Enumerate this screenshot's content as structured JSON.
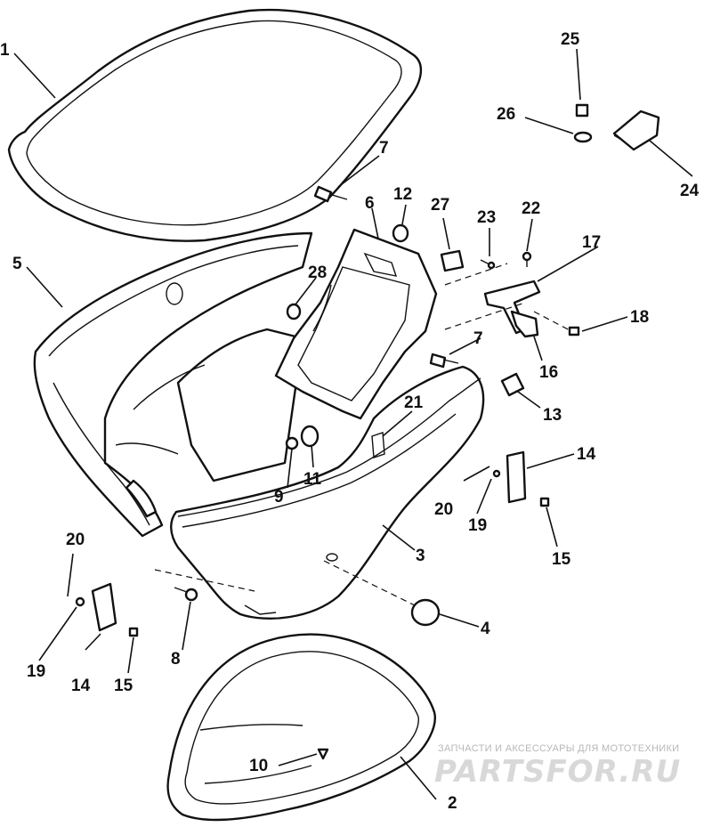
{
  "callouts": {
    "c1": "1",
    "c2": "2",
    "c3": "3",
    "c4": "4",
    "c5": "5",
    "c6": "6",
    "c7a": "7",
    "c7b": "7",
    "c8": "8",
    "c9": "9",
    "c10": "10",
    "c11": "11",
    "c12": "12",
    "c13": "13",
    "c14a": "14",
    "c14b": "14",
    "c15a": "15",
    "c15b": "15",
    "c16": "16",
    "c17": "17",
    "c18": "18",
    "c19a": "19",
    "c19b": "19",
    "c20a": "20",
    "c20b": "20",
    "c21": "21",
    "c22": "22",
    "c23": "23",
    "c24": "24",
    "c25": "25",
    "c26": "26",
    "c27": "27",
    "c28": "28"
  },
  "watermark": {
    "line1": "ЗАПЧАСТИ И АКСЕССУАРЫ ДЛЯ МОТОТЕХНИКИ",
    "line2": "PARTSFOR.RU"
  }
}
